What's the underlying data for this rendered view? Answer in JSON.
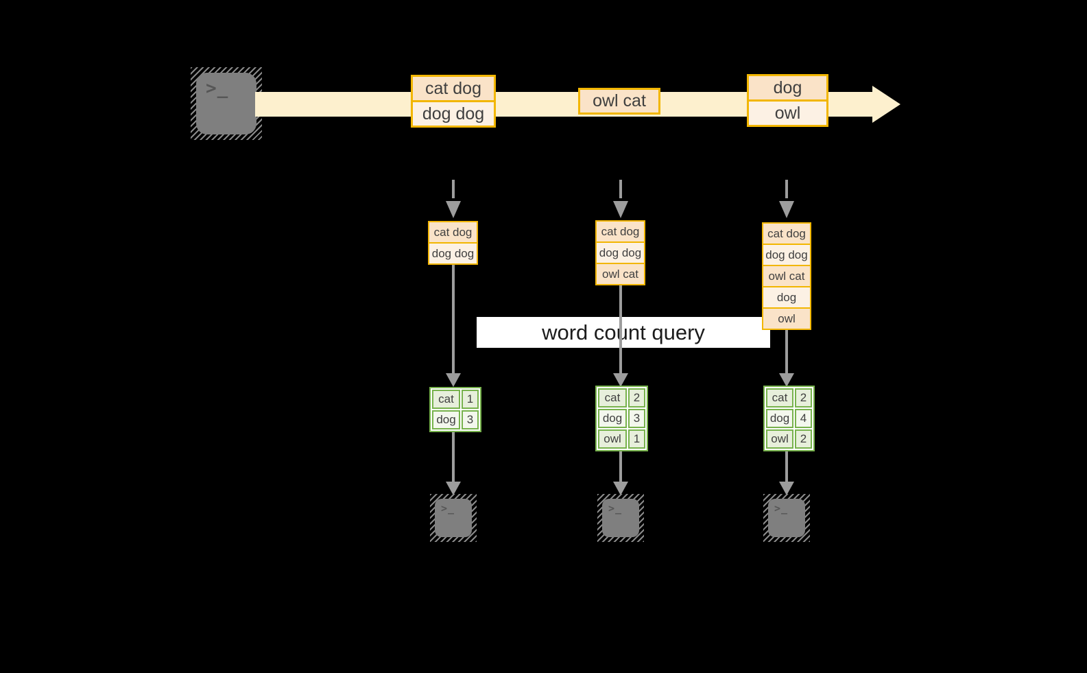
{
  "diagram": {
    "banner": {
      "label": "word count query"
    },
    "producer": {
      "icon": "terminal-icon",
      "glyph": ">_"
    },
    "stream": {
      "events": [
        {
          "rows": [
            "cat dog",
            "dog dog"
          ]
        },
        {
          "rows": [
            "owl cat"
          ]
        },
        {
          "rows": [
            "dog",
            "owl"
          ]
        }
      ]
    },
    "pipelines": [
      {
        "buffer": [
          "cat dog",
          "dog dog"
        ],
        "counts": [
          {
            "word": "cat",
            "count": "1"
          },
          {
            "word": "dog",
            "count": "3"
          }
        ],
        "consumer": {
          "icon": "terminal-icon",
          "glyph": ">_"
        }
      },
      {
        "buffer": [
          "cat dog",
          "dog dog",
          "owl cat"
        ],
        "counts": [
          {
            "word": "cat",
            "count": "2"
          },
          {
            "word": "dog",
            "count": "3"
          },
          {
            "word": "owl",
            "count": "1"
          }
        ],
        "consumer": {
          "icon": "terminal-icon",
          "glyph": ">_"
        }
      },
      {
        "buffer": [
          "cat dog",
          "dog dog",
          "owl cat",
          "dog",
          "owl"
        ],
        "counts": [
          {
            "word": "cat",
            "count": "2"
          },
          {
            "word": "dog",
            "count": "4"
          },
          {
            "word": "owl",
            "count": "2"
          }
        ],
        "consumer": {
          "icon": "terminal-icon",
          "glyph": ">_"
        }
      }
    ]
  },
  "colors": {
    "page_bg": "#000000",
    "stream_fill": "#FDF0CE",
    "gold": "#F2B600",
    "peach": "#FAE3C8",
    "cream": "#FCF1E4",
    "arrow_gray": "#9D9D9D",
    "green": "#77B24C",
    "cell_green": "#E7EFDB",
    "cell_light": "#F3F7ED",
    "terminal_gray": "#7F7F7F",
    "terminal_glyph": "#565656",
    "ink": "#3F3F3F",
    "banner_bg": "#FFFFFF",
    "banner_ink": "#1C1C1C"
  }
}
